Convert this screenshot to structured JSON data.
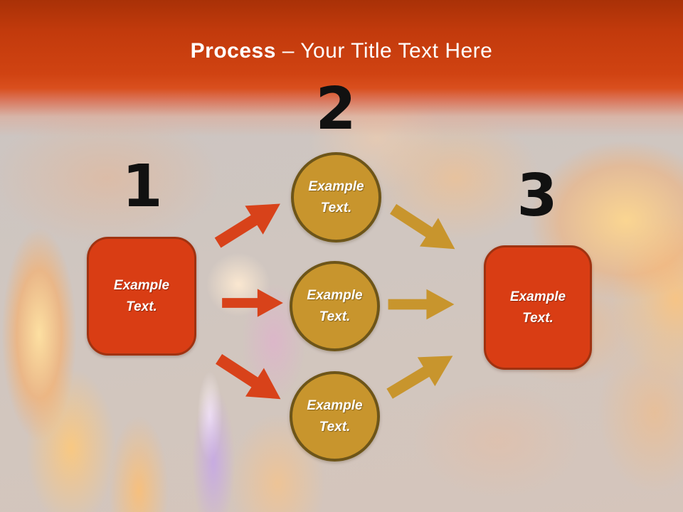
{
  "slide": {
    "header": {
      "title_lead": "Process",
      "title_rest": "– Your Title Text Here"
    },
    "steps": [
      {
        "number": "1"
      },
      {
        "number": "2"
      },
      {
        "number": "3"
      }
    ],
    "left_box": {
      "text": "Example Text."
    },
    "right_box": {
      "text": "Example Text."
    },
    "circles": [
      {
        "text": "Example Text."
      },
      {
        "text": "Example Text."
      },
      {
        "text": "Example Text."
      }
    ],
    "colors": {
      "header_red": "#c93d0e",
      "box_fill": "#d93d14",
      "box_border": "#a03210",
      "circle_fill": "#c8952d",
      "circle_border": "#6d5519",
      "arrow_red": "#d8421a",
      "arrow_gold": "#c8952d",
      "number_color": "#111111",
      "text_white": "#ffffff"
    }
  }
}
